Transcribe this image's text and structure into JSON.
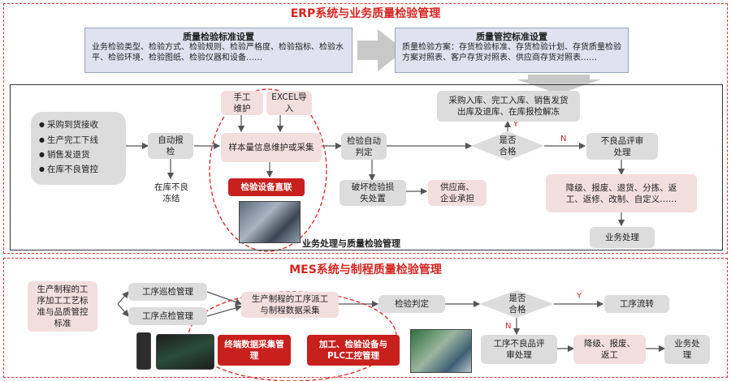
{
  "erp": {
    "title": "ERP系统与业务质量检验管理",
    "std_box": {
      "title": "质量检验标准设置",
      "text": "业务检验类型、检验方式、检验规则、检验严格度、检验指标、检验水平、检验环境、检验图纸、检验仪器和设备……"
    },
    "ctrl_box": {
      "title": "质量管控标准设置",
      "text": "质量检验方案：存货检验标准、存货检验计划、存货质量检验方案对照表、客户存货对照表、供应商存货对照表……"
    },
    "sources": [
      "采购到货接收",
      "生产完工下线",
      "销售发退货",
      "在库不良管控"
    ],
    "auto_report": "自动报检",
    "freeze": "在库不良冻结",
    "manual": "手工维护",
    "excel": "EXCEL导入",
    "sample": "样本量信息维护或采集",
    "device_link": "检验设备直联",
    "auto_judge": "检验自动判定",
    "destroy": "破坏检验损失处置",
    "supplier": "供应商、企业承担",
    "qualified": "是否合格",
    "yes": "Y",
    "no": "N",
    "pass_result": "采购入库、完工入库、销售发货出库及退库、在库报检解冻",
    "reject_review": "不良品评审处理",
    "dispositions": "降级、报废、退货、分拣、返工、返修、改制、自定义……",
    "biz_process": "业务处理",
    "inner_label": "业务处理与质量检验管理"
  },
  "mes": {
    "title": "MES系统与制程质量检验管理",
    "standard": "生产制程的工序加工工艺标准与品质管控标准",
    "patrol": "工序巡检管理",
    "spot": "工序点检管理",
    "dispatch": "生产制程的工序派工与制程数据采集",
    "terminal": "终端数据采集管理",
    "plc": "加工、检验设备与PLC工控管理",
    "judge": "检验判定",
    "qualified": "是否合格",
    "yes": "Y",
    "no": "N",
    "flow": "工序流转",
    "reject_review": "工序不良品评审处理",
    "dispose": "降级、报废、返工",
    "biz": "业务处理"
  },
  "colors": {
    "accent_red": "#c8201d",
    "gray_box": "#dcdcdc",
    "pink_box": "#f3dede",
    "header_blue": "#dfe3f0"
  }
}
